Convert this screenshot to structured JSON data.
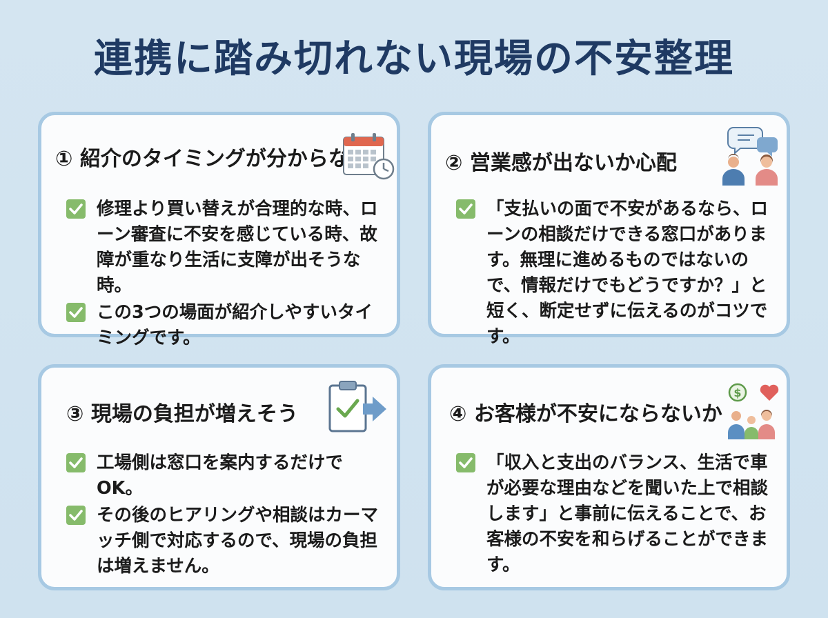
{
  "title": "連携に踏み切れない現場の不安整理",
  "cards": [
    {
      "heading": "① 紹介のタイミングが分からない",
      "icon": "calendar-icon",
      "items": [
        "修理より買い替えが合理的な時、ローン審査に不安を感じている時、故障が重なり生活に支障が出そうな時。",
        "この3つの場面が紹介しやすいタイミングです。"
      ]
    },
    {
      "heading": "② 営業感が出ないか心配",
      "icon": "conversation-people-icon",
      "items": [
        "「支払いの面で不安があるなら、ローンの相談だけできる窓口があります。無理に進めるものではないので、情報だけでもどうですか？」と短く、断定せずに伝えるのがコツです。"
      ]
    },
    {
      "heading": "③ 現場の負担が増えそう",
      "icon": "clipboard-arrow-icon",
      "items": [
        "工場側は窓口を案内するだけでOK。",
        "その後のヒアリングや相談はカーマッチ側で対応するので、現場の負担は増えません。"
      ]
    },
    {
      "heading": "④ お客様が不安にならないか",
      "icon": "family-money-heart-icon",
      "items": [
        "「収入と支出のバランス、生活で車が必要な理由などを聞いた上で相談します」と事前に伝えることで、お客様の不安を和らげることができます。"
      ]
    }
  ],
  "colors": {
    "background": "#d4e5f1",
    "title": "#1f3a63",
    "card_border": "#a7c9e3",
    "check": "#86bb6b"
  }
}
